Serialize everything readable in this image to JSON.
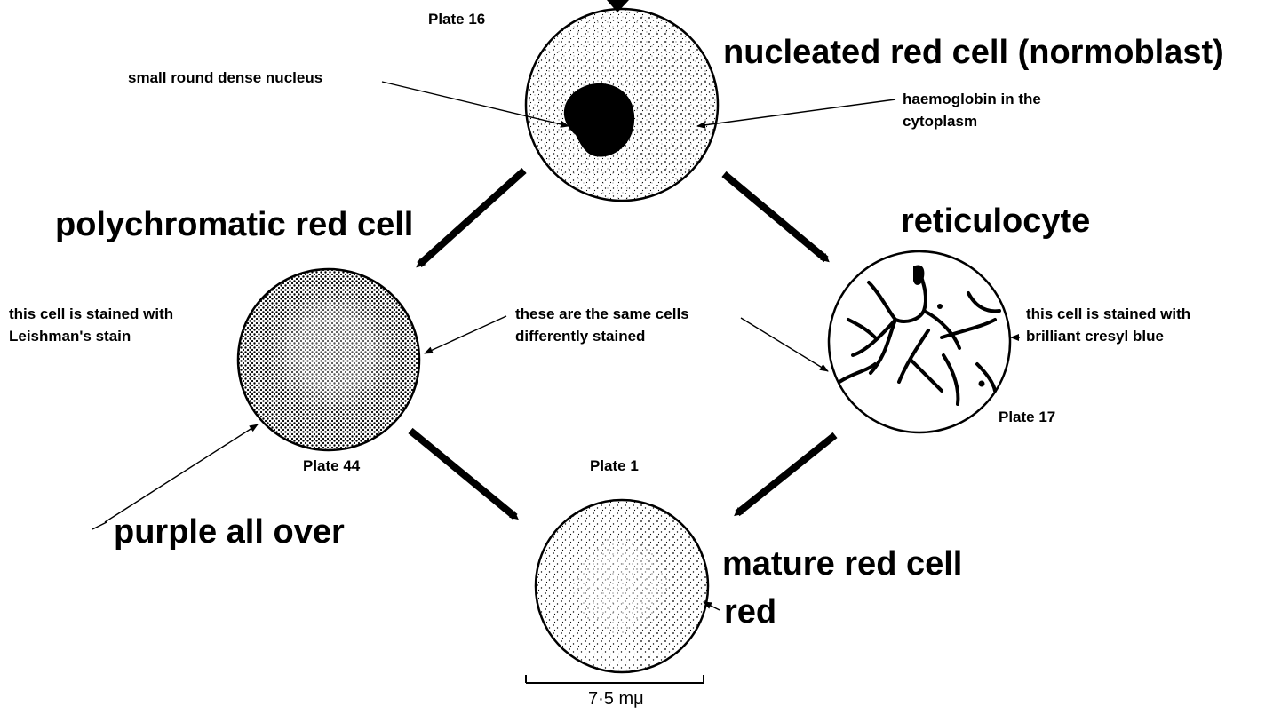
{
  "titles": {
    "normoblast": "nucleated red cell (normoblast)",
    "polychromatic": "polychromatic red cell",
    "reticulocyte": "reticulocyte",
    "mature": "mature red cell",
    "purple": "purple all over",
    "red": "red"
  },
  "plates": {
    "normoblast": "Plate 16",
    "polychromatic": "Plate 44",
    "reticulocyte": "Plate 17",
    "mature": "Plate 1"
  },
  "annotations": {
    "nucleus": "small round dense nucleus",
    "haemoglobin_line1": "haemoglobin in the",
    "haemoglobin_line2": "cytoplasm",
    "leishman_line1": "this cell is stained with",
    "leishman_line2": "Leishman's stain",
    "same_cells_line1": "these are the same cells",
    "same_cells_line2": "differently stained",
    "cresyl_line1": "this cell is stained with",
    "cresyl_line2": "brilliant cresyl blue"
  },
  "scale": {
    "label": "7·5 mμ"
  }
}
